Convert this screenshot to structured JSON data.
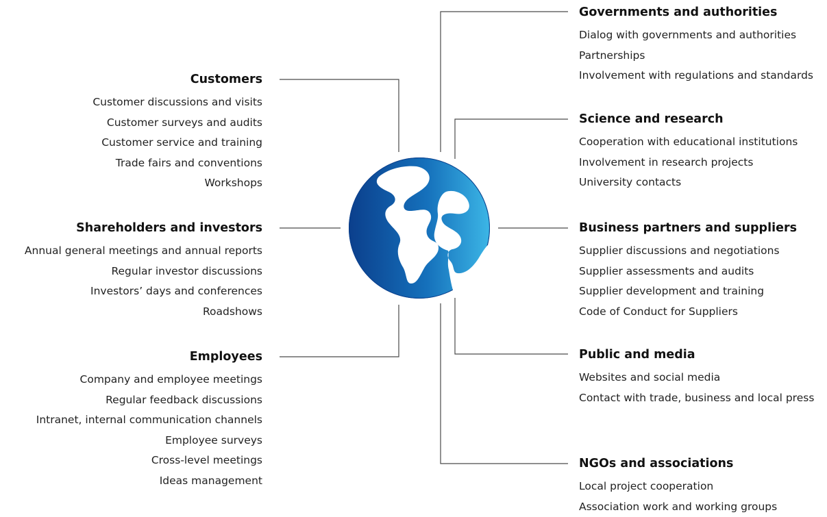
{
  "left_groups": [
    {
      "title": "Customers",
      "items": [
        "Customer discussions and visits",
        "Customer surveys and audits",
        "Customer service and training",
        "Trade fairs and conventions",
        "Workshops"
      ]
    },
    {
      "title": "Shareholders and investors",
      "items": [
        "Annual general meetings and annual reports",
        "Regular investor discussions",
        "Investors’ days and conferences",
        "Roadshows"
      ]
    },
    {
      "title": "Employees",
      "items": [
        "Company and employee meetings",
        "Regular feedback discussions",
        "Intranet, internal communication channels",
        "Employee surveys",
        "Cross-level meetings",
        "Ideas management"
      ]
    }
  ],
  "right_groups": [
    {
      "title": "Governments and authorities",
      "items": [
        "Dialog with governments and authorities",
        "Partnerships",
        "Involvement with regulations and standards"
      ]
    },
    {
      "title": "Science and research",
      "items": [
        "Cooperation with educational institutions",
        "Involvement in research projects",
        "University contacts"
      ]
    },
    {
      "title": "Business partners and suppliers",
      "items": [
        "Supplier discussions and negotiations",
        "Supplier assessments and audits",
        "Supplier development and training",
        "Code of Conduct for Suppliers"
      ]
    },
    {
      "title": "Public and media",
      "items": [
        "Websites and social media",
        "Contact with trade, business and local press"
      ]
    },
    {
      "title": "NGOs and associations",
      "items": [
        "Local project cooperation",
        "Association work and working groups"
      ]
    }
  ],
  "colors": {
    "globe_dark": "#0b3f8c",
    "globe_light": "#3cb6e6",
    "connector": "#4a4a4a"
  }
}
